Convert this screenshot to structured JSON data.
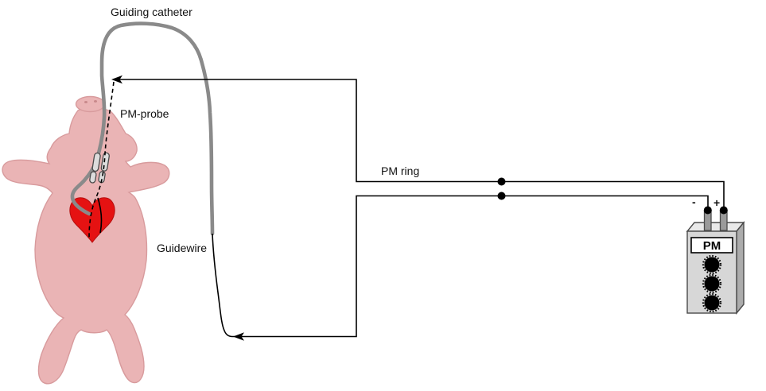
{
  "labels": {
    "guiding_catheter": "Guiding catheter",
    "pm_probe": "PM-probe",
    "pm_ring": "PM ring",
    "guidewire": "Guidewire",
    "minus_terminal": "-",
    "plus_terminal": "+",
    "device": "PM"
  },
  "colors": {
    "pig_body": "#eab4b5",
    "pig_outline": "#d89b9d",
    "nostril": "#c8898b",
    "heart_red": "#e51212",
    "catheter_gray": "#8a8a8a",
    "sheath_fill": "#dcdcdc",
    "wire_black": "#000000",
    "device_front": "#d7d7d7",
    "device_top": "#e9e9e9",
    "device_side": "#acacac",
    "terminal_post": "#9a9a9a",
    "label_plate": "#ffffff"
  }
}
